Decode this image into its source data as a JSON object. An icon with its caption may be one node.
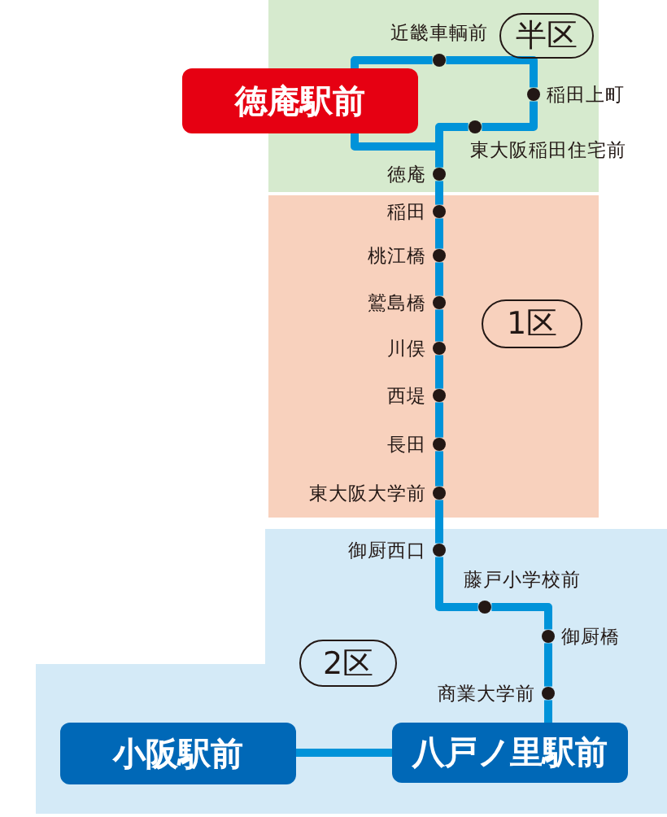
{
  "diagram": {
    "nodes": [
      {
        "text": [],
        "shape": "circle",
        "beside": [
          "近畿車輌前"
        ]
      },
      {
        "text": [
          "半区"
        ]
      },
      {
        "text": [
          "徳庵駅前"
        ]
      },
      {
        "text": [],
        "shape": "circle",
        "beside": [
          "稲田上町"
        ]
      },
      {
        "text": [],
        "shape": "circle",
        "beside": [
          "東大阪稲田住宅前"
        ]
      },
      {
        "text": [],
        "shape": "circle",
        "beside": [
          "徳庵"
        ]
      },
      {
        "text": [],
        "shape": "circle",
        "beside": [
          "稲田"
        ]
      },
      {
        "text": [],
        "shape": "circle",
        "beside": [
          "桃江橋"
        ]
      },
      {
        "text": [],
        "shape": "circle",
        "beside": [
          "鷲島橋"
        ]
      },
      {
        "text": [
          "1区"
        ]
      },
      {
        "text": [],
        "shape": "circle",
        "beside": [
          "川俣"
        ]
      },
      {
        "text": [],
        "shape": "circle",
        "beside": [
          "西堤"
        ]
      },
      {
        "text": [],
        "shape": "circle",
        "beside": [
          "長田"
        ]
      },
      {
        "text": [],
        "shape": "circle",
        "beside": [
          "東大阪大学前"
        ]
      },
      {
        "text": [],
        "shape": "circle",
        "beside": [
          "御厨西口"
        ]
      },
      {
        "text": [],
        "shape": "circle",
        "beside": [
          "藤戸小学校前"
        ]
      },
      {
        "text": [],
        "shape": "circle",
        "beside": [
          "御厨橋"
        ]
      },
      {
        "text": [
          "2区"
        ]
      },
      {
        "text": [],
        "shape": "circle",
        "beside": [
          "商業大学前"
        ]
      },
      {
        "text": [
          "小阪駅前"
        ]
      },
      {
        "text": [
          "八戸ノ里駅前"
        ]
      }
    ],
    "edges": [
      {
        "from": 2,
        "to": 0,
        "arrow": "none"
      },
      {
        "from": 0,
        "to": 3,
        "arrow": "none"
      },
      {
        "from": 3,
        "to": 4,
        "arrow": "none"
      },
      {
        "from": 4,
        "to": 5,
        "arrow": "none"
      },
      {
        "from": 2,
        "to": 5,
        "arrow": "none"
      },
      {
        "from": 5,
        "to": 6,
        "arrow": "none"
      },
      {
        "from": 6,
        "to": 7,
        "arrow": "none"
      },
      {
        "from": 7,
        "to": 8,
        "arrow": "none"
      },
      {
        "from": 8,
        "to": 10,
        "arrow": "none"
      },
      {
        "from": 10,
        "to": 11,
        "arrow": "none"
      },
      {
        "from": 11,
        "to": 12,
        "arrow": "none"
      },
      {
        "from": 12,
        "to": 13,
        "arrow": "none"
      },
      {
        "from": 13,
        "to": 14,
        "arrow": "none"
      },
      {
        "from": 14,
        "to": 15,
        "arrow": "none"
      },
      {
        "from": 15,
        "to": 16,
        "arrow": "none"
      },
      {
        "from": 16,
        "to": 18,
        "arrow": "none"
      },
      {
        "from": 18,
        "to": 20,
        "arrow": "none"
      },
      {
        "from": 19,
        "to": 20,
        "arrow": "none"
      }
    ]
  }
}
